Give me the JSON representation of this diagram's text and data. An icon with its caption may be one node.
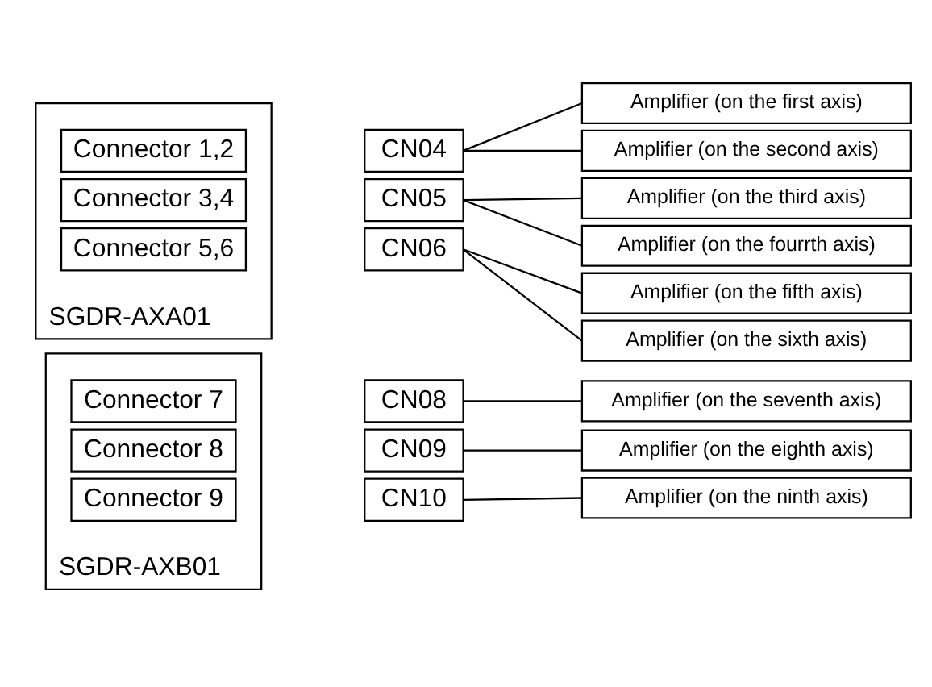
{
  "diagram": {
    "nodes": [
      {
        "text": [
          "SGDR-AXA01"
        ]
      },
      {
        "text": [
          "Connector 1,2"
        ],
        "in": 0
      },
      {
        "text": [
          "CN04"
        ]
      },
      {
        "text": [
          "Amplifier (on the first axis)"
        ]
      },
      {
        "text": [
          "Amplifier (on the second axis)"
        ]
      },
      {
        "text": [
          "Connector 3,4"
        ],
        "in": 0
      },
      {
        "text": [
          "CN05"
        ]
      },
      {
        "text": [
          "Amplifier (on the third axis)"
        ]
      },
      {
        "text": [
          "Amplifier (on the fourrth axis)"
        ]
      },
      {
        "text": [
          "Connector 5,6"
        ],
        "in": 0
      },
      {
        "text": [
          "CN06"
        ]
      },
      {
        "text": [
          "Amplifier (on the fifth axis)"
        ]
      },
      {
        "text": [
          "Amplifier (on the sixth axis)"
        ]
      },
      {
        "text": [
          "SGDR-AXB01"
        ]
      },
      {
        "text": [
          "Connector 7"
        ],
        "in": 13
      },
      {
        "text": [
          "CN08"
        ]
      },
      {
        "text": [
          "Amplifier (on the seventh axis)"
        ]
      },
      {
        "text": [
          "Connector 8"
        ],
        "in": 13
      },
      {
        "text": [
          "CN09"
        ]
      },
      {
        "text": [
          "Amplifier (on the eighth axis)"
        ]
      },
      {
        "text": [
          "Connector 9"
        ],
        "in": 13
      },
      {
        "text": [
          "CN10"
        ]
      },
      {
        "text": [
          "Amplifier (on the ninth axis)"
        ]
      }
    ],
    "edges": [
      {
        "from": 2,
        "to": 3,
        "arrow": "none"
      },
      {
        "from": 2,
        "to": 4,
        "arrow": "none"
      },
      {
        "from": 6,
        "to": 7,
        "arrow": "none"
      },
      {
        "from": 6,
        "to": 8,
        "arrow": "none"
      },
      {
        "from": 10,
        "to": 11,
        "arrow": "none"
      },
      {
        "from": 10,
        "to": 12,
        "arrow": "none"
      },
      {
        "from": 15,
        "to": 16,
        "arrow": "none"
      },
      {
        "from": 18,
        "to": 19,
        "arrow": "none"
      },
      {
        "from": 21,
        "to": 22,
        "arrow": "none"
      }
    ]
  }
}
